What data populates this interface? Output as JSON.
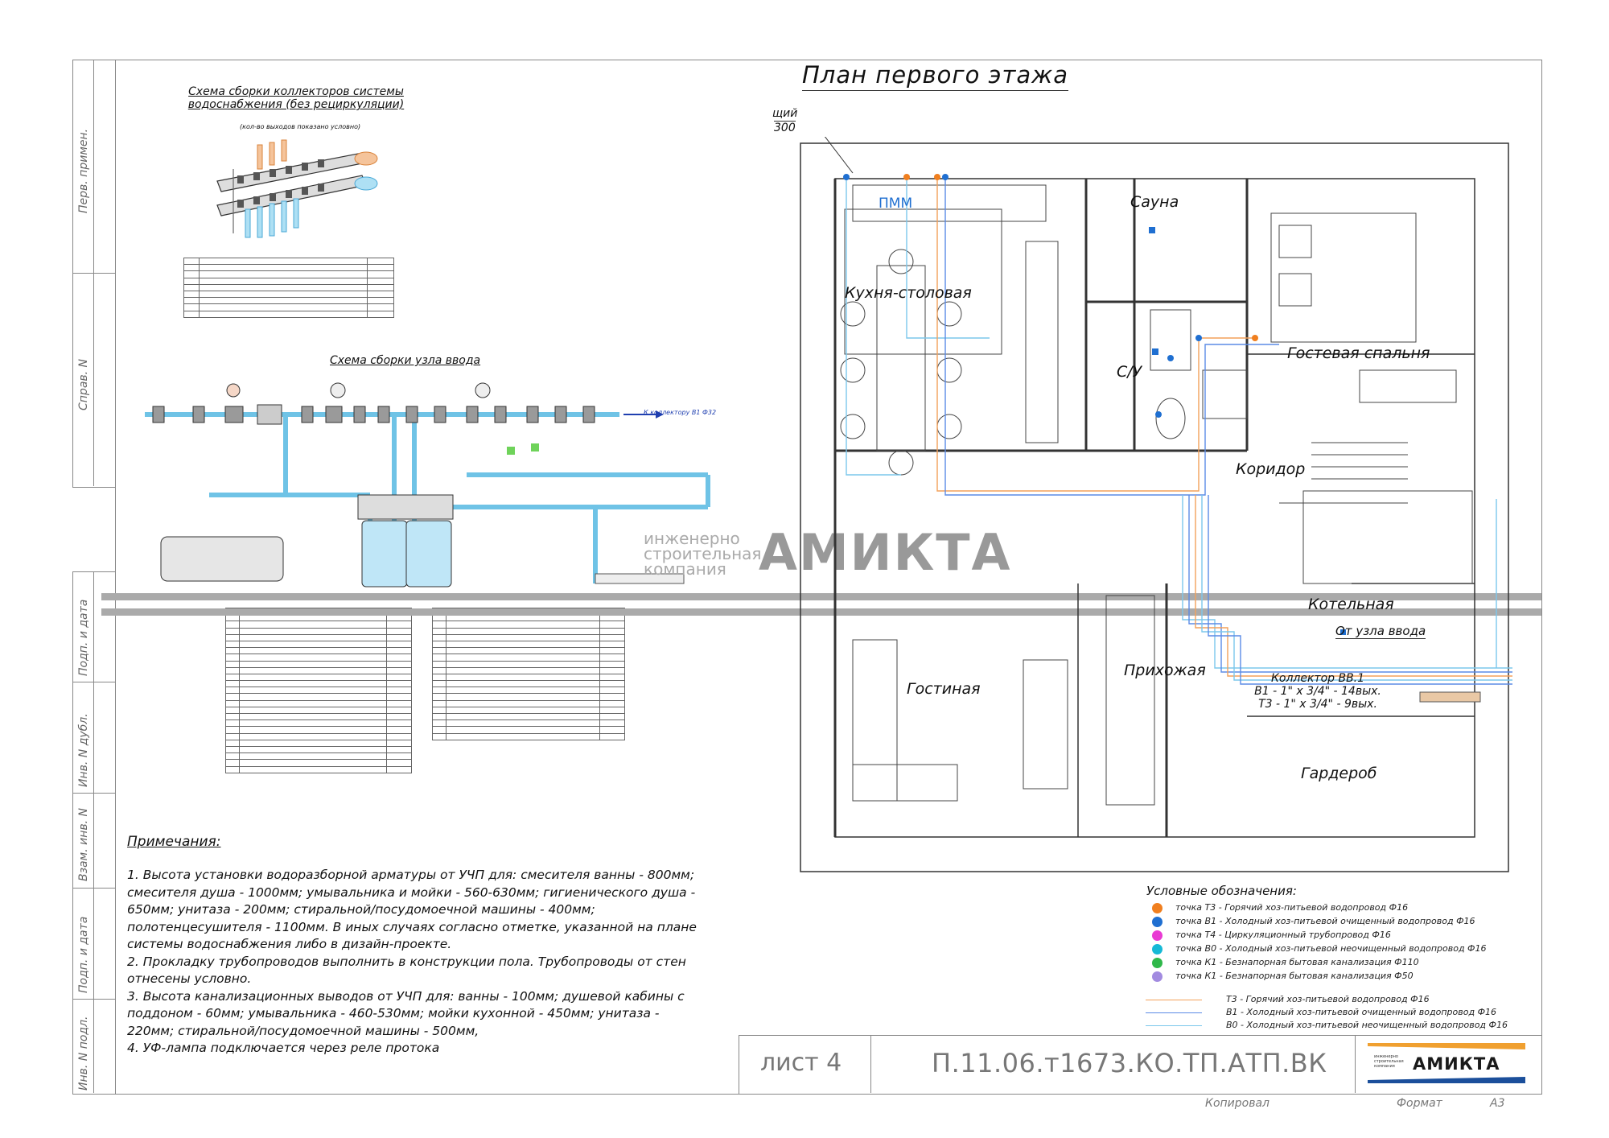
{
  "sheet": {
    "title": "План первого этажа",
    "sheet_label": "лист 4",
    "code": "П.11.06.т1673.КО.ТП.АТП.ВК",
    "copied_label": "Копировал",
    "format_label": "Формат",
    "format_value": "А3"
  },
  "side_stamps": [
    "Перв. примен.",
    "Справ. N",
    "Подп. и дата",
    "Инв. N дубл.",
    "Взам. инв. N",
    "Подп. и дата",
    "Инв. N подл."
  ],
  "collectors_scheme": {
    "title_line1": "Схема сборки коллекторов системы",
    "title_line2": "водоснабжения (без рециркуляции)",
    "subtitle": "(кол-во выходов показано условно)"
  },
  "inlet_scheme": {
    "title": "Схема сборки узла ввода",
    "to_collector_label": "К коллектору В1 Ф32"
  },
  "watermark": {
    "brand": "АМИКТА",
    "line1": "инженерно",
    "line2": "строительная",
    "line3": "компания"
  },
  "rooms": {
    "kitchen": "Кухня-столовая",
    "pmm": "ПММ",
    "sauna": "Сауна",
    "wc": "С/У",
    "guest_bedroom": "Гостевая спальня",
    "corridor": "Коридор",
    "boiler_room": "Котельная",
    "living_room": "Гостиная",
    "hallway": "Прихожая",
    "wardrobe": "Гардероб"
  },
  "plan_labels": {
    "shield": "щий",
    "shield_num": "300",
    "from_inlet": "От узла ввода",
    "collector_title": "Коллектор ВВ.1",
    "collector_b1": "В1 - 1\" x 3/4\" - 14вых.",
    "collector_t3": "Т3 - 1\" x 3/4\" - 9вых."
  },
  "notes": {
    "title": "Примечания:",
    "items": [
      "1.        Высота установки водоразборной арматуры от УЧП для: смесителя ванны - 800мм;",
      "смесителя душа - 1000мм; умывальника и мойки - 560-630мм; гигиенического душа - 650мм; унитаза - 200мм; стиральной/посудомоечной машины - 400мм; полотенцесушителя - 1100мм. В иных случаях согласно отметке, указанной на плане системы водоснабжения либо в дизайн-проекте.",
      "2.        Прокладку трубопроводов выполнить в конструкции пола. Трубопроводы от стен отнесены условно.",
      "3.        Высота канализационных выводов от УЧП для: ванны - 100мм; душевой кабины с поддоном - 60мм; умывальника - 460-530мм; мойки кухонной - 450мм; унитаза - 220мм; стиральной/посудомоечной машины - 500мм,",
      "4.        УФ-лампа подключается через реле протока"
    ]
  },
  "legend": {
    "title": "Условные обозначения:",
    "points": [
      {
        "color": "#f07f1f",
        "text": "точка Т3 - Горячий хоз-питьевой водопровод Ф16"
      },
      {
        "color": "#1f6fd1",
        "text": "точка В1 - Холодный хоз-питьевой очищенный водопровод Ф16"
      },
      {
        "color": "#e93ad3",
        "text": "точка Т4 - Циркуляционный трубопровод Ф16"
      },
      {
        "color": "#16b9d6",
        "text": "точка В0 - Холодный хоз-питьевой неочищенный водопровод Ф16"
      },
      {
        "color": "#2fb84a",
        "text": "точка К1 - Безнапорная бытовая канализация Ф110"
      },
      {
        "color": "#a28be0",
        "text": "точка К1 - Безнапорная бытовая канализация Ф50"
      }
    ],
    "lines": [
      {
        "color": "#f3a15a",
        "text": "Т3 - Горячий хоз-питьевой водопровод Ф16"
      },
      {
        "color": "#5b8be6",
        "text": "В1 - Холодный хоз-питьевой очищенный водопровод Ф16"
      },
      {
        "color": "#7cc7ec",
        "text": "В0 - Холодный хоз-питьевой неочищенный водопровод Ф16"
      }
    ]
  },
  "colors": {
    "hot": "#f07f1f",
    "cold": "#1f6fd1",
    "raw": "#16b9d6",
    "logo_orange": "#f0a030",
    "logo_blue": "#1b4f9b"
  }
}
